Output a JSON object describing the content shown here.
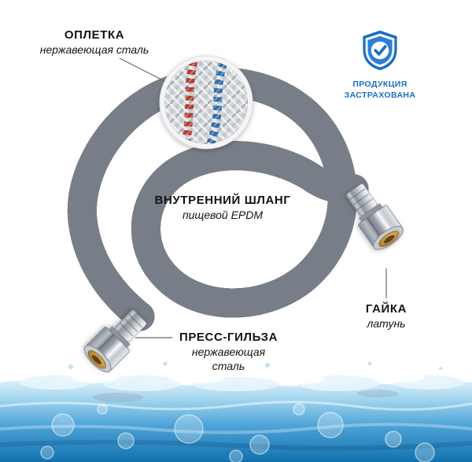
{
  "annotations": {
    "braid": {
      "title": "ОПЛЕТКА",
      "subtitle": "нержавеющая сталь"
    },
    "inner_hose": {
      "title": "ВНУТРЕННИЙ ШЛАНГ",
      "subtitle": "пищевой EPDM"
    },
    "press_sleeve": {
      "title": "ПРЕСС-ГИЛЬЗА",
      "subtitle_line1": "нержавеющая",
      "subtitle_line2": "сталь"
    },
    "nut": {
      "title": "ГАЙКА",
      "subtitle": "латунь"
    }
  },
  "badge": {
    "icon": "shield-check-icon",
    "line1": "ПРОДУКЦИЯ",
    "line2": "ЗАСТРАХОВАНА",
    "color": "#1a6fc4"
  },
  "colors": {
    "badge_blue": "#1a6fc4",
    "water_deep_blue": "#1272ae",
    "braid_red_strand": "#b63830",
    "braid_blue_strand": "#2f6ea6",
    "brass": "#b9893b",
    "steel": "#c6cad1"
  }
}
